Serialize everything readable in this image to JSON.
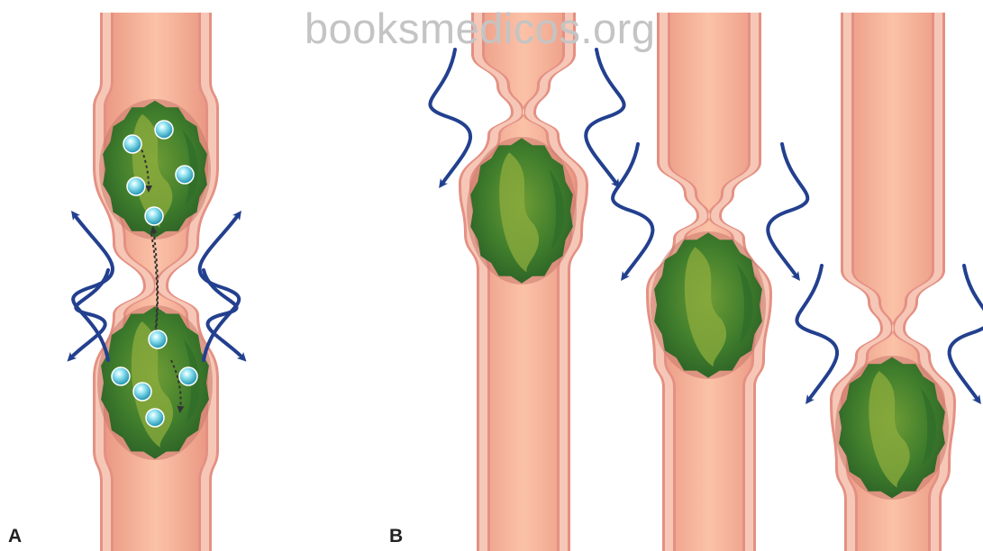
{
  "watermark": "booksmedicos.org",
  "panels": [
    {
      "label": "A"
    },
    {
      "label": "B"
    }
  ],
  "colors": {
    "tube_outer": "#e49083",
    "tube_wall": "#f6c7b6",
    "tube_lumen_edge": "#eb9a84",
    "tube_lumen_center": "#fbc2a8",
    "bolus_dark": "#2f6e2a",
    "bolus_mid": "#4b8c33",
    "bolus_light": "#8dac3d",
    "arrow": "#23408f",
    "particle": "#5fd2e6"
  },
  "icons": [
    "contraction-arrow-icon",
    "particle-icon",
    "mixing-arrow-icon"
  ]
}
